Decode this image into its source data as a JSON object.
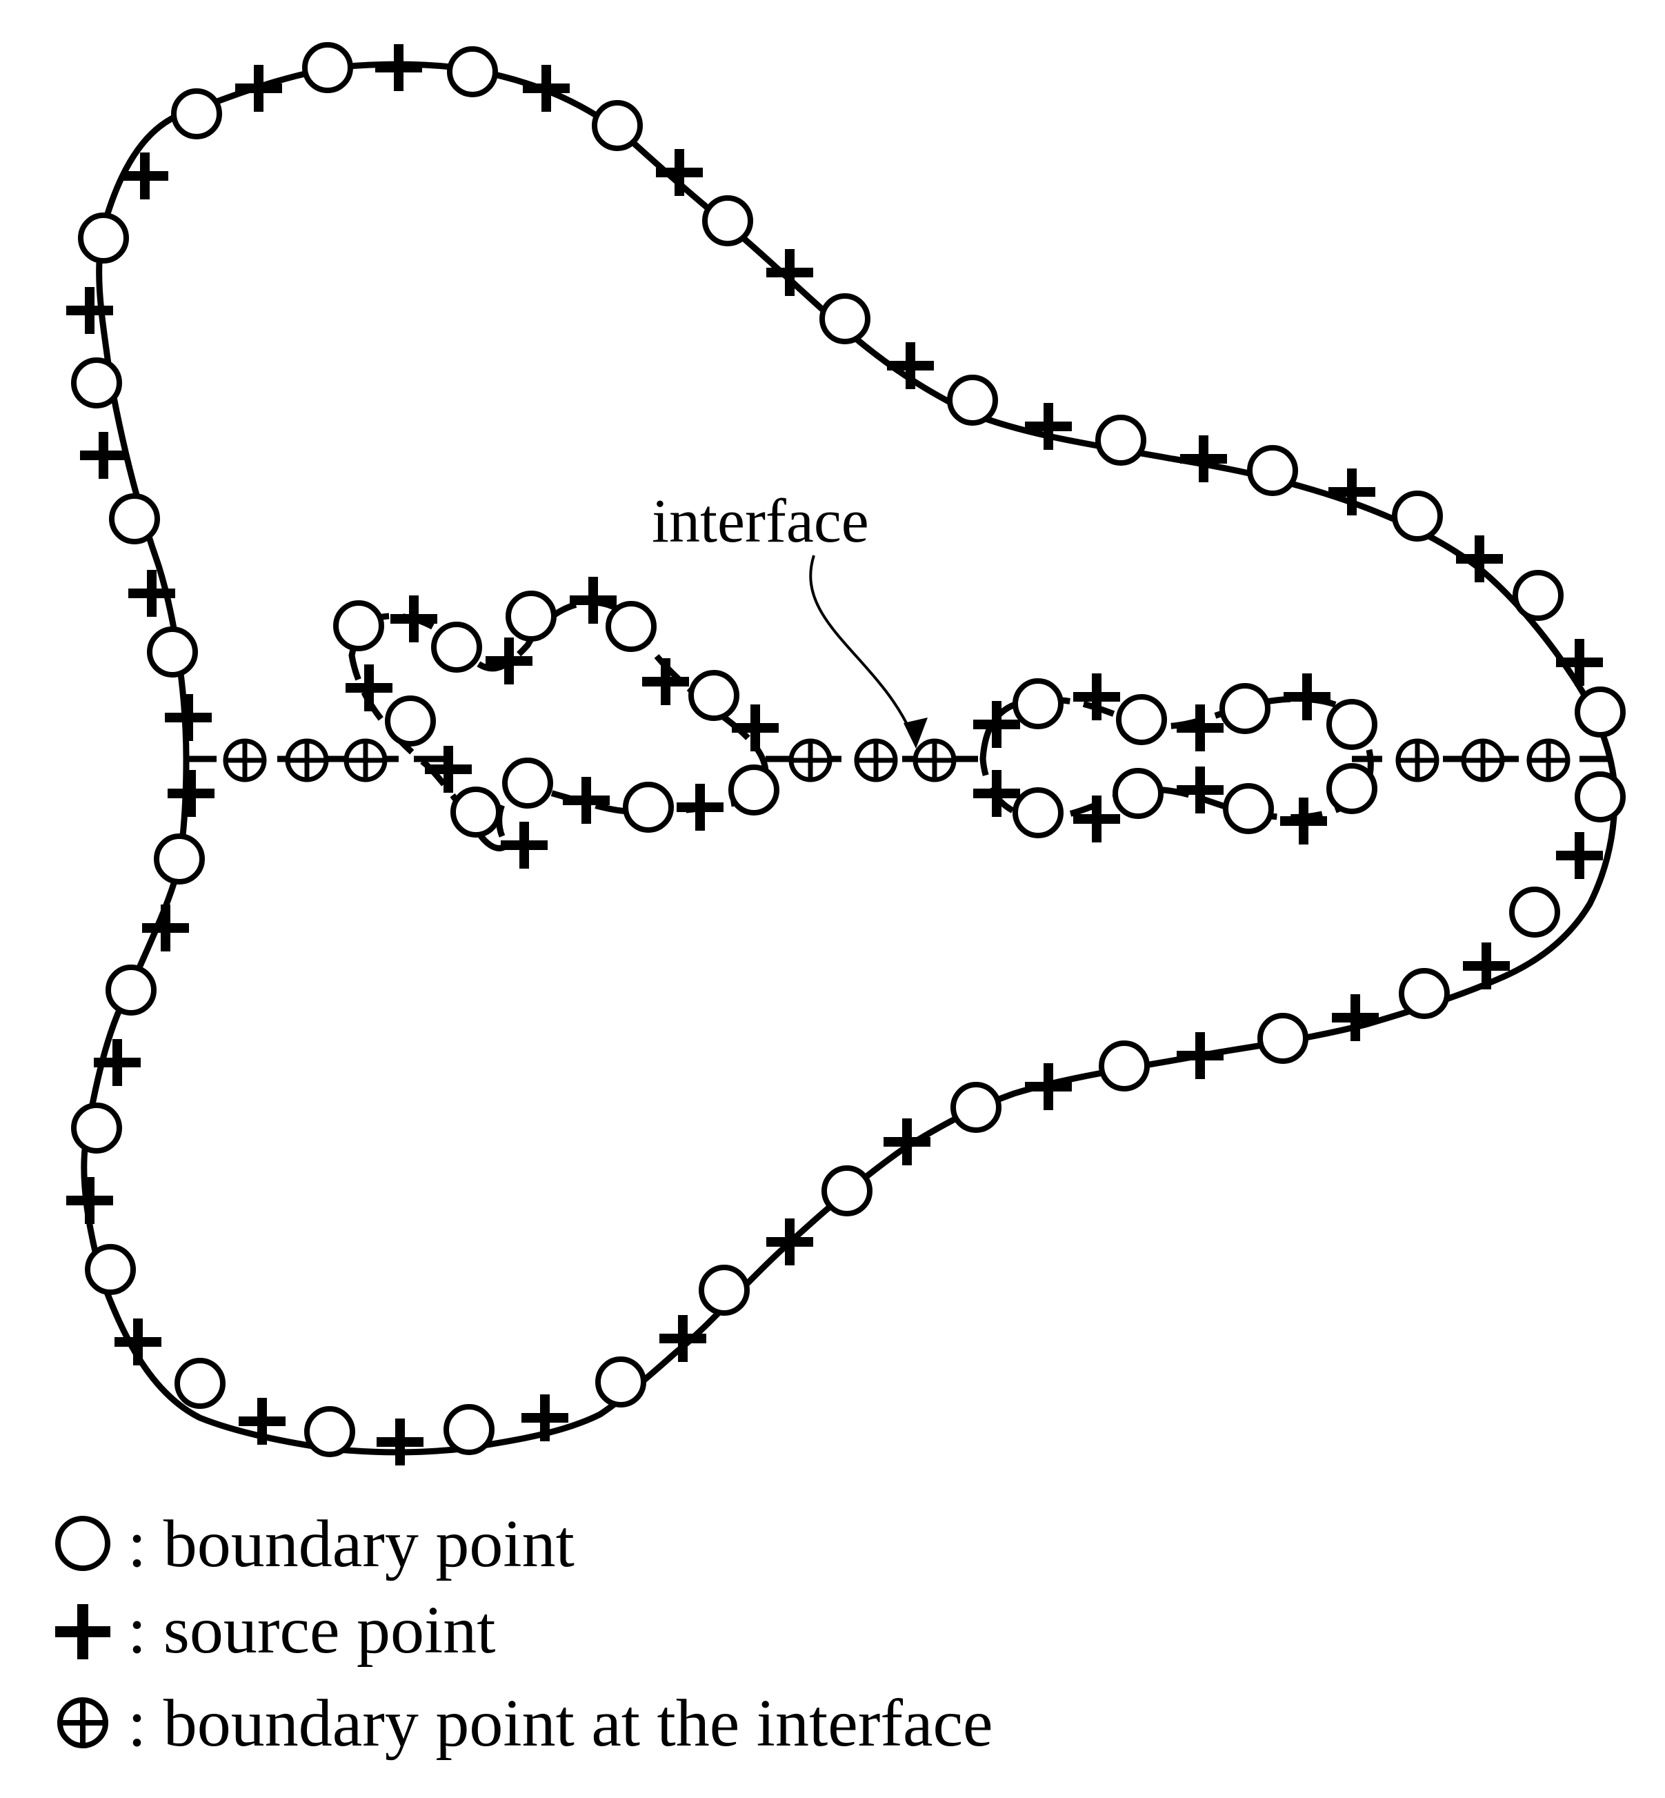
{
  "diagram": {
    "annotation": "interface",
    "legend": [
      {
        "symbol": "circle",
        "label": ": boundary point"
      },
      {
        "symbol": "plus",
        "label": ": source point"
      },
      {
        "symbol": "circle-plus",
        "label": ": boundary point at the interface"
      }
    ],
    "colors": {
      "stroke": "#000000",
      "fill": "#ffffff"
    }
  }
}
